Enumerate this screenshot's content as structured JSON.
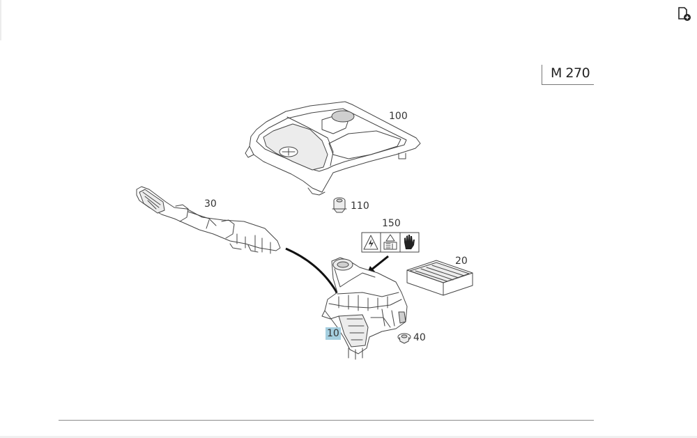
{
  "viewer": {
    "model": "M 270",
    "toolbar_icon": "add-page-icon"
  },
  "parts": [
    {
      "id": "100",
      "label": "100",
      "name": "engine-cover"
    },
    {
      "id": "110",
      "label": "110",
      "name": "rubber-grommet"
    },
    {
      "id": "30",
      "label": "30",
      "name": "intake-air-duct"
    },
    {
      "id": "150",
      "label": "150",
      "name": "warning-label"
    },
    {
      "id": "20",
      "label": "20",
      "name": "air-filter-element"
    },
    {
      "id": "10",
      "label": "10",
      "name": "air-filter-housing",
      "highlighted": true
    },
    {
      "id": "40",
      "label": "40",
      "name": "mounting-bushing"
    }
  ],
  "colors": {
    "highlight": "#a5cfe0",
    "line": "#444444",
    "rule": "#8a8a8a"
  }
}
